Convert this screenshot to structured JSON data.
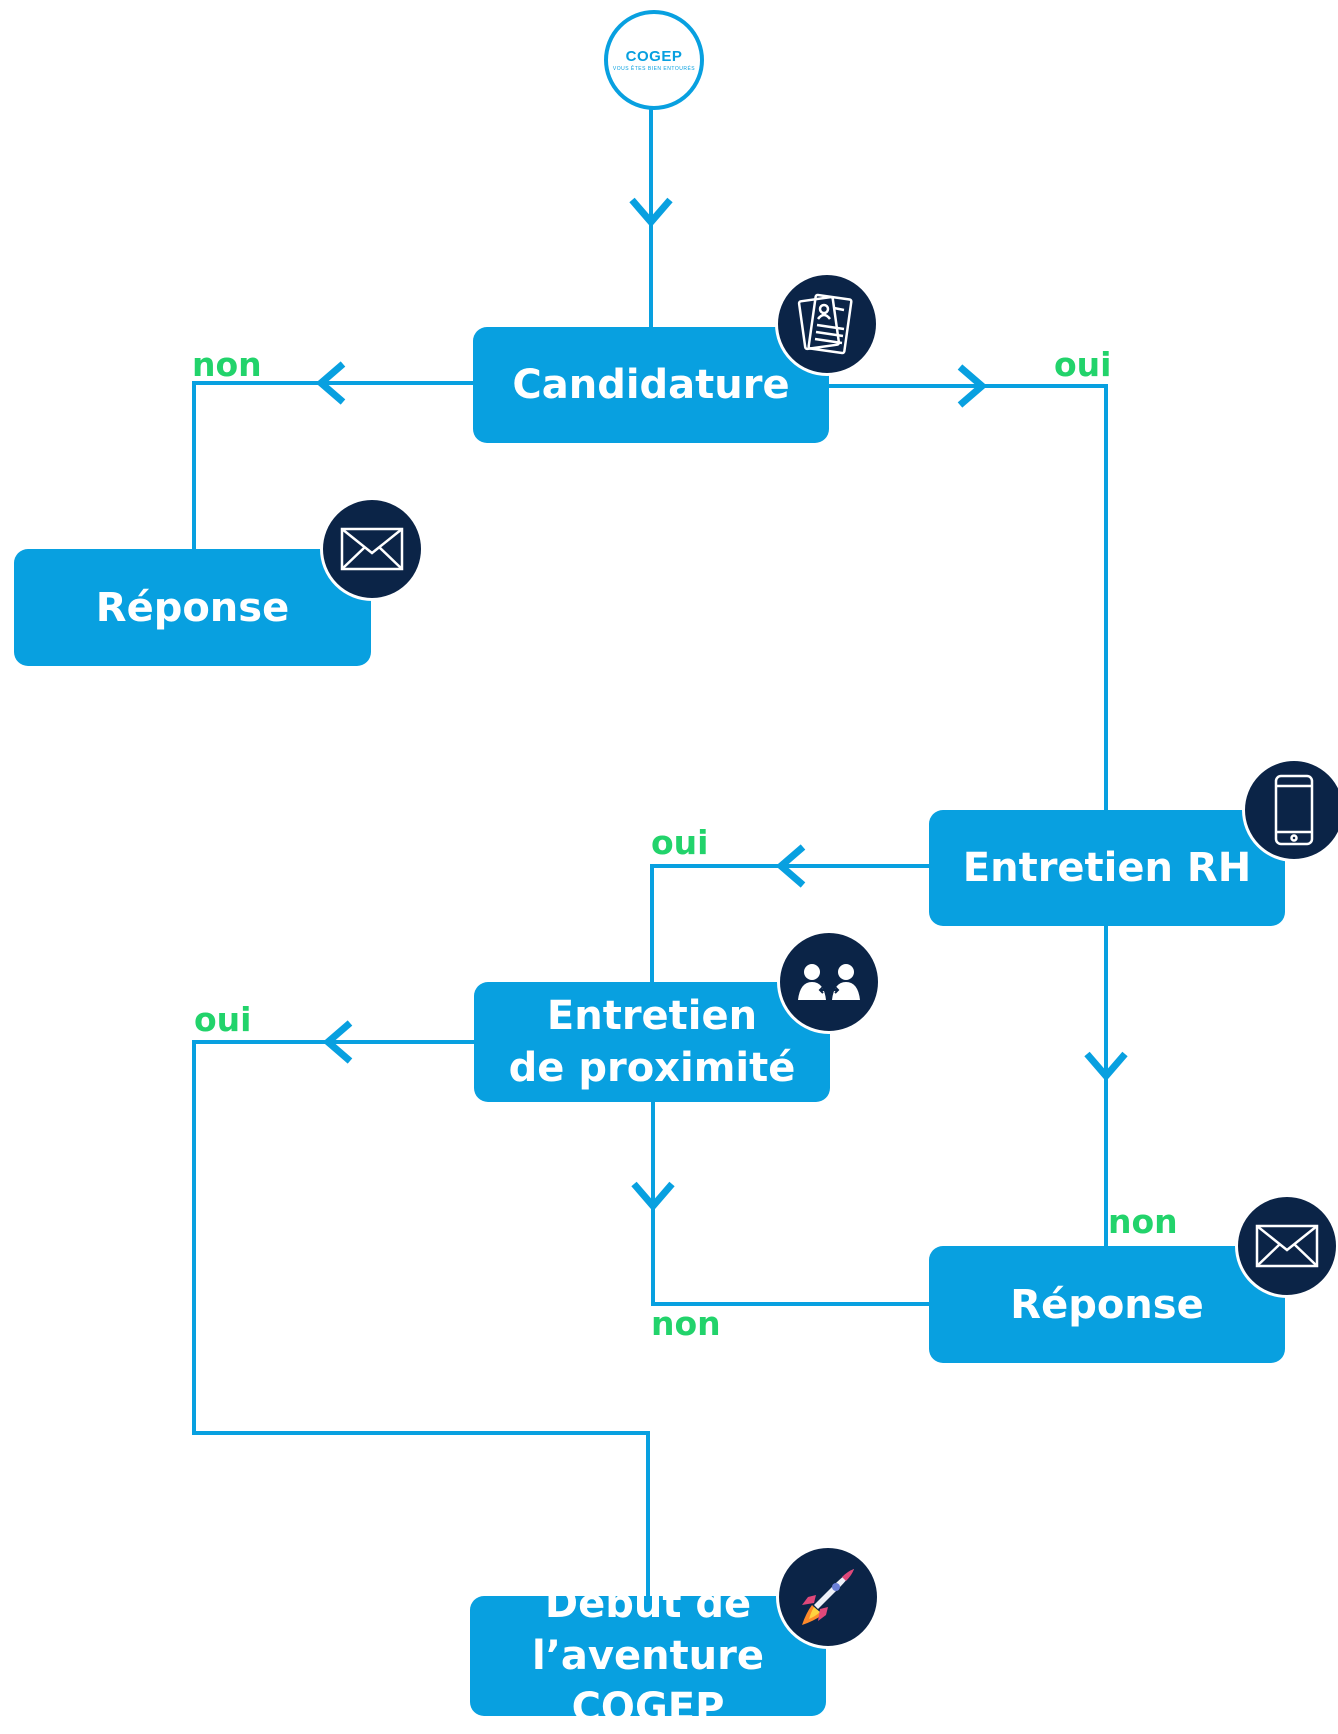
{
  "logo": {
    "brand": "COGEP",
    "tagline": "VOUS ÊTES BIEN ENTOURÉS",
    "icon": "cogep-logo"
  },
  "nodes": {
    "candidature": {
      "label": "Candidature",
      "icon": "resume-icon"
    },
    "reponse_left": {
      "label": "Réponse",
      "icon": "envelope-icon"
    },
    "entretien_rh": {
      "label": "Entretien RH",
      "icon": "smartphone-icon"
    },
    "entretien_proximite": {
      "label": "Entretien\nde proximité",
      "icon": "two-people-icon"
    },
    "reponse_right": {
      "label": "Réponse",
      "icon": "envelope-icon"
    },
    "debut": {
      "label": "Début de\nl’aventure COGEP",
      "icon": "rocket-icon"
    }
  },
  "edges": {
    "candidature_no": "non",
    "candidature_yes": "oui",
    "rh_yes": "oui",
    "rh_no": "non",
    "proximite_yes": "oui",
    "proximite_no": "non"
  },
  "colors": {
    "node": "#08a0e0",
    "line": "#08a0e0",
    "label": "#22d36b",
    "badge": "#0b2447"
  }
}
